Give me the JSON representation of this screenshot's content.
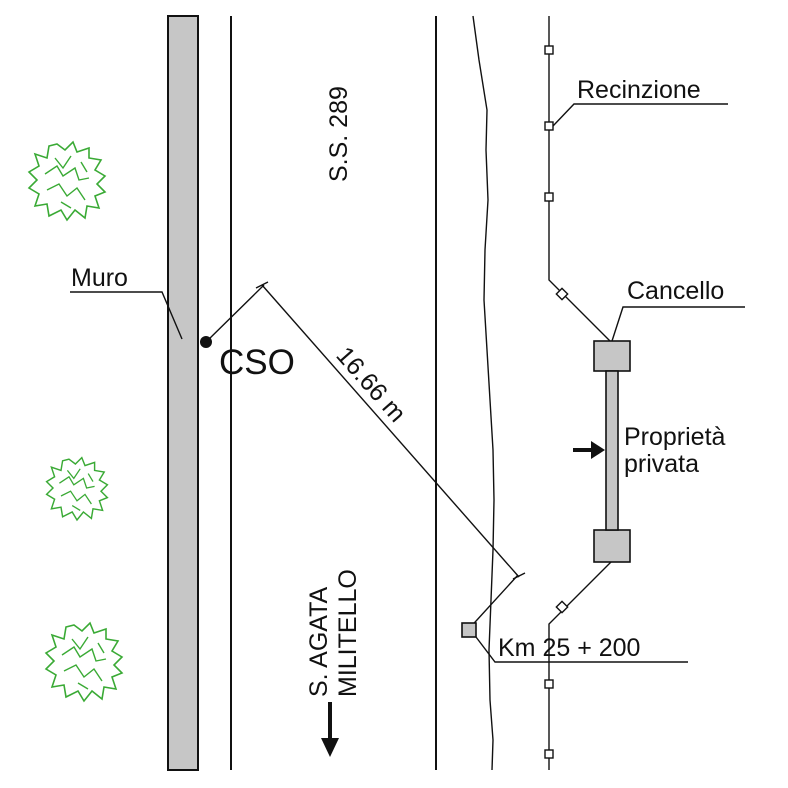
{
  "labels": {
    "road_name": "S.S. 289",
    "wall": "Muro",
    "cso": "CSO",
    "distance": "16.66 m",
    "fence": "Recinzione",
    "gate": "Cancello",
    "property_line1": "Proprietà",
    "property_line2": "privata",
    "direction_line1": "S. AGATA",
    "direction_line2": "MILITELLO",
    "km_marker": "Km 25 + 200"
  },
  "colors": {
    "wall_fill": "#c6c6c6",
    "gate_post_fill": "#c6c6c6",
    "line": "#111111",
    "tree": "#3aaa35"
  },
  "icons": [
    "tree-icon",
    "arrow-right-icon",
    "arrow-down-icon"
  ]
}
